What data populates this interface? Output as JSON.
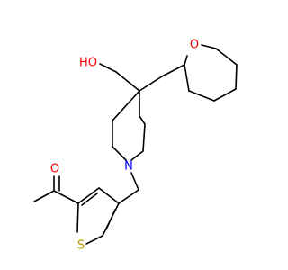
{
  "molecule": {
    "colors": {
      "bond": "#000000",
      "oxygen": "#ff0000",
      "nitrogen": "#0000ff",
      "sulfur": "#b8a000"
    },
    "labels": {
      "hydroxyl": "HO",
      "ring_oxygen": "O",
      "nitrogen": "N",
      "carbonyl_oxygen": "O",
      "sulfur": "S"
    }
  }
}
